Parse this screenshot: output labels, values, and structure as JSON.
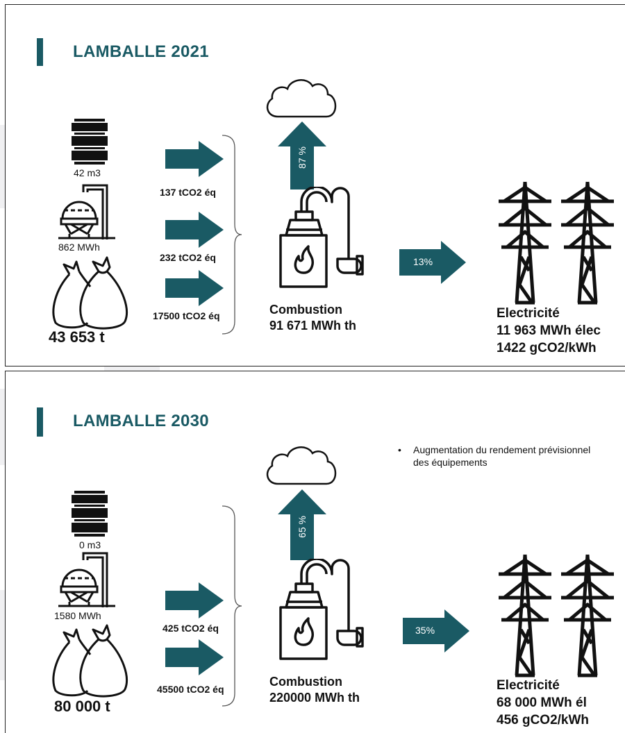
{
  "colors": {
    "accent": "#1a5a64",
    "arrow": "#1a5a64",
    "band": "#f0f0f2"
  },
  "panels": [
    {
      "title": "LAMBALLE  2021",
      "inputs": {
        "fuel": "42 m3",
        "gas": "862 MWh",
        "waste": "43 653 t"
      },
      "emissions": [
        "137 tCO2 éq",
        "232 tCO2 éq",
        "17500 tCO2 éq"
      ],
      "stack_pct": "87 %",
      "elec_pct": "13%",
      "combustion": {
        "label": "Combustion",
        "value": "91 671 MWh th"
      },
      "electricity": {
        "label": "Electricité",
        "value": "11 963 MWh élec",
        "intensity": "1422 gCO2/kWh"
      }
    },
    {
      "title": "LAMBALLE 2030",
      "note": "Augmentation du rendement prévisionnel des équipements",
      "inputs": {
        "fuel": "0 m3",
        "gas": "1580 MWh",
        "waste": "80 000 t"
      },
      "emissions": [
        "425 tCO2 éq",
        "45500 tCO2 éq"
      ],
      "stack_pct": "65 %",
      "elec_pct": "35%",
      "combustion": {
        "label": "Combustion",
        "value": "220000 MWh th"
      },
      "electricity": {
        "label": "Electricité",
        "value": "68 000 MWh él",
        "intensity": "456 gCO2/kWh"
      }
    }
  ],
  "icons": [
    "barrel-icon",
    "gas-tank-icon",
    "waste-bags-icon",
    "cloud-icon",
    "boiler-icon",
    "pylon-icon"
  ]
}
